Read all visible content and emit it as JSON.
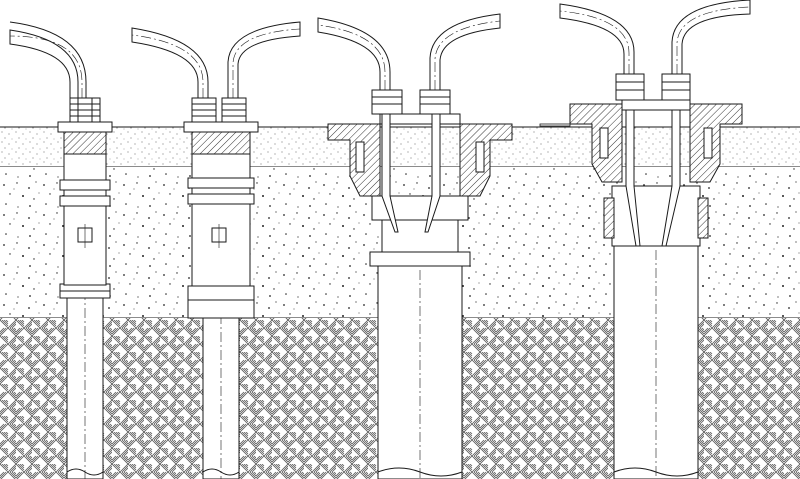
{
  "drawing": {
    "colors": {
      "background": "#ffffff",
      "line": "#1a1a1a",
      "hatch": "#555555",
      "pipe_fill": "#ffffff",
      "stipple": "#333333"
    },
    "layers": [
      {
        "name": "screed",
        "pattern": "fine-stipple"
      },
      {
        "name": "concrete",
        "pattern": "aggregate-stipple"
      },
      {
        "name": "subgrade",
        "pattern": "basket-weave-hatch"
      }
    ],
    "assemblies": [
      {
        "name": "single-cable-floor-outlet",
        "cable_count": 1
      },
      {
        "name": "dual-cable-floor-outlet",
        "cable_count": 2
      },
      {
        "name": "dual-cable-outlet-with-flanged-box",
        "cable_count": 2
      },
      {
        "name": "dual-cable-outlet-with-adjustable-box",
        "cable_count": 2
      }
    ]
  }
}
